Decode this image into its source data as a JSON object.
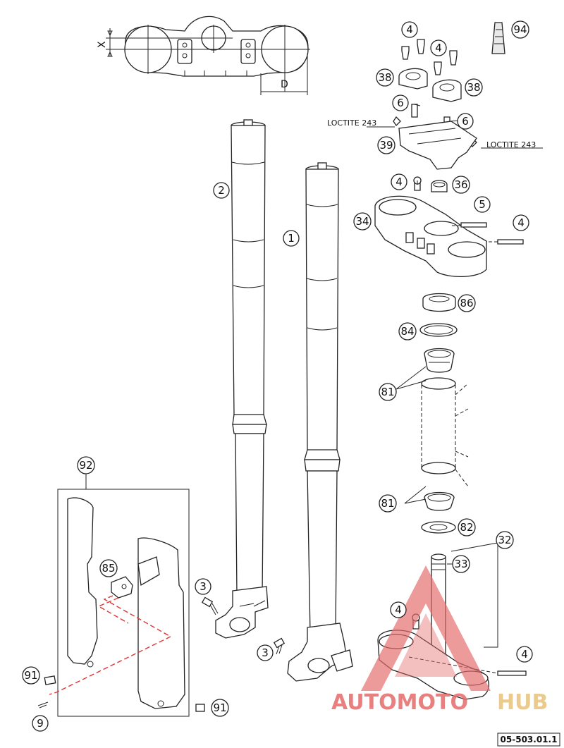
{
  "diagram": {
    "callouts": {
      "c1": "1",
      "c2": "2",
      "c3a": "3",
      "c3b": "3",
      "c4a": "4",
      "c4b": "4",
      "c4c": "4",
      "c4d": "4",
      "c4e": "4",
      "c4f": "4",
      "c5": "5",
      "c6a": "6",
      "c6b": "6",
      "c9": "9",
      "c32": "32",
      "c33": "33",
      "c34": "34",
      "c36": "36",
      "c38a": "38",
      "c38b": "38",
      "c39": "39",
      "c81a": "81",
      "c81b": "81",
      "c82": "82",
      "c84": "84",
      "c85": "85",
      "c86": "86",
      "c91a": "91",
      "c91b": "91",
      "c92": "92",
      "c94": "94"
    },
    "notes": {
      "loctite_left": "LOCTITE 243",
      "loctite_right": "LOCTITE 243"
    },
    "dimensions": {
      "x": "X",
      "d": "D"
    },
    "ref_code": "05-503.01.1",
    "watermark": {
      "part1": "AUTOMOTO",
      "part2": "HUB",
      "colors": [
        "#e46a6a",
        "#e8c27a"
      ]
    }
  }
}
